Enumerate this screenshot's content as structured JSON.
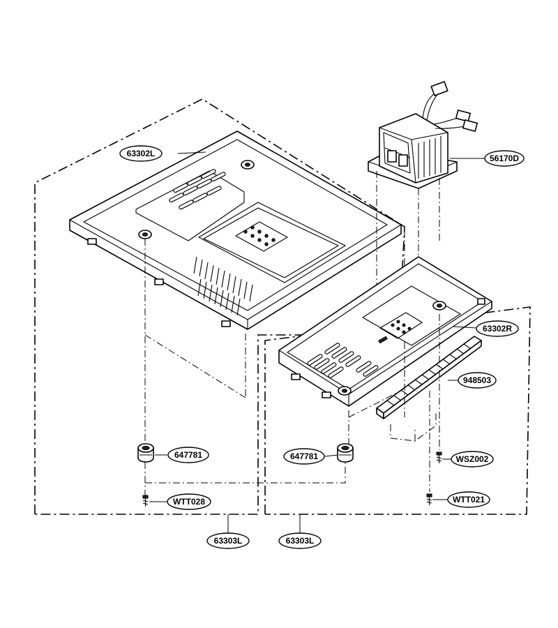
{
  "callouts": {
    "base_plate_left": "63302L",
    "transformer": "56170D",
    "base_plate_right": "63302R",
    "gasket_strip": "948503",
    "foot_left": "647781",
    "foot_right": "647781",
    "screw_washer": "WSZ002",
    "screw_left": "WTT028",
    "screw_right": "WTT021",
    "assembly_left": "63303L",
    "assembly_right": "63303L"
  }
}
